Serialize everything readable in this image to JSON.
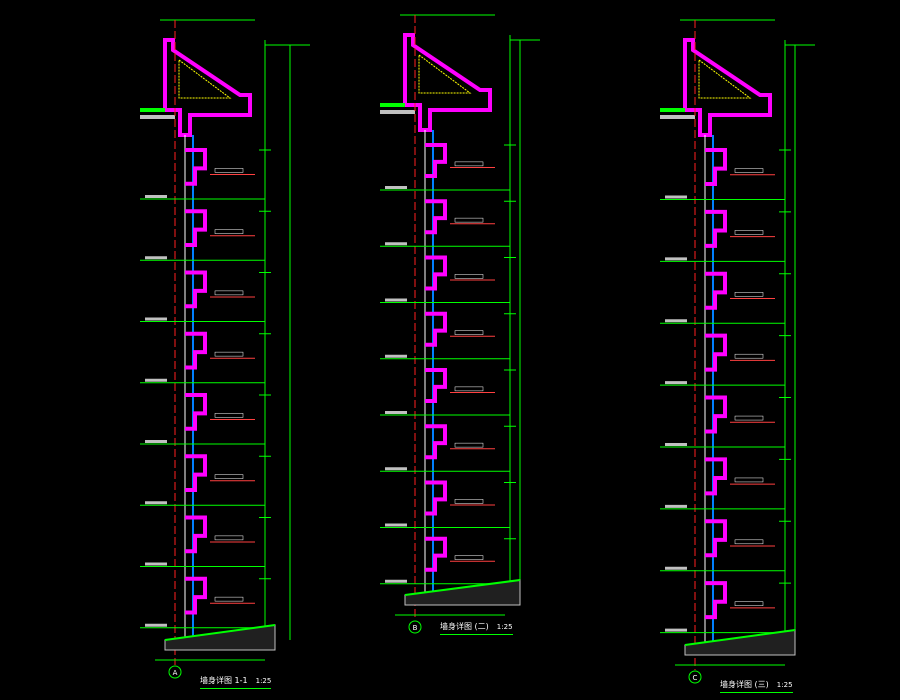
{
  "drawing": {
    "sections": [
      {
        "title": "墙身详图 1-1",
        "scale": "1:25",
        "axis": "A"
      },
      {
        "title": "墙身详图 (二)",
        "scale": "1:25",
        "axis": "B"
      },
      {
        "title": "墙身详图 (三)",
        "scale": "1:25",
        "axis": "C"
      }
    ],
    "colors": {
      "background": "#000000",
      "wall": "#ff00ff",
      "dimension": "#00ff00",
      "axis": "#ff2020",
      "glass": "#0080ff",
      "hatch": "#c0c0c0",
      "note": "#ffffff"
    }
  }
}
